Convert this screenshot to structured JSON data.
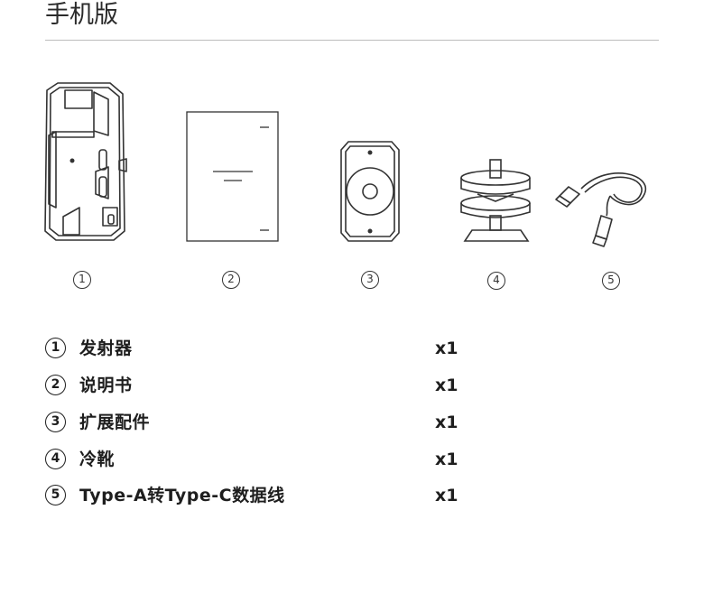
{
  "header": {
    "title": "手机版"
  },
  "items": [
    {
      "index": "1",
      "name": "发射器",
      "qty": "x1",
      "icon": "transmitter-icon"
    },
    {
      "index": "2",
      "name": "说明书",
      "qty": "x1",
      "icon": "manual-icon"
    },
    {
      "index": "3",
      "name": "扩展配件",
      "qty": "x1",
      "icon": "expansion-mount-icon"
    },
    {
      "index": "4",
      "name": "冷靴",
      "qty": "x1",
      "icon": "cold-shoe-icon"
    },
    {
      "index": "5",
      "name": "Type-A转Type-C数据线",
      "qty": "x1",
      "icon": "usb-cable-icon"
    }
  ]
}
